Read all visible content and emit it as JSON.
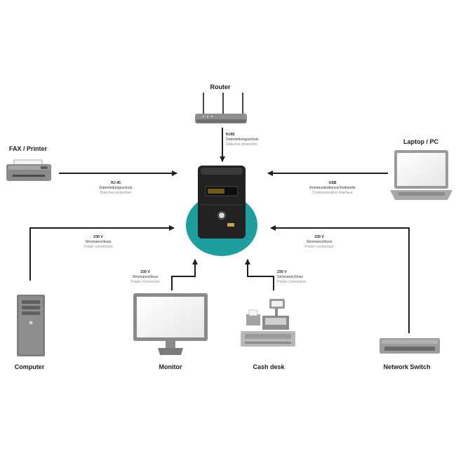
{
  "devices": {
    "router": "Router",
    "fax": "FAX / Printer",
    "laptop": "Laptop / PC",
    "computer": "Computer",
    "monitor": "Monitor",
    "cash_desk": "Cash desk",
    "network_switch": "Network Switch"
  },
  "connections": {
    "router": {
      "title": "RJ45",
      "de": "Datenleitungsschutz",
      "en": "Data line protection"
    },
    "fax": {
      "title": "RJ 45",
      "de": "Datenleitungsschutz",
      "en": "Data line protection"
    },
    "laptop": {
      "title": "USB",
      "de": "Kommunikationsschnittstelle",
      "en": "Communication interface"
    },
    "computer": {
      "title": "230 V",
      "de": "Stromanschluss",
      "en": "Power connection"
    },
    "network_switch": {
      "title": "230 V",
      "de": "Stromanschluss",
      "en": "Power connection"
    },
    "monitor": {
      "title": "230 V",
      "de": "Stromanschluss",
      "en": "Power connection"
    },
    "cash_desk": {
      "title": "230 V",
      "de": "Stromanschluss",
      "en": "Power connection"
    }
  },
  "colors": {
    "accent_teal": "#1f9ea0",
    "ups_body": "#222222",
    "device_gray": "#8a8a8a",
    "wire": "#1e1e1e"
  }
}
